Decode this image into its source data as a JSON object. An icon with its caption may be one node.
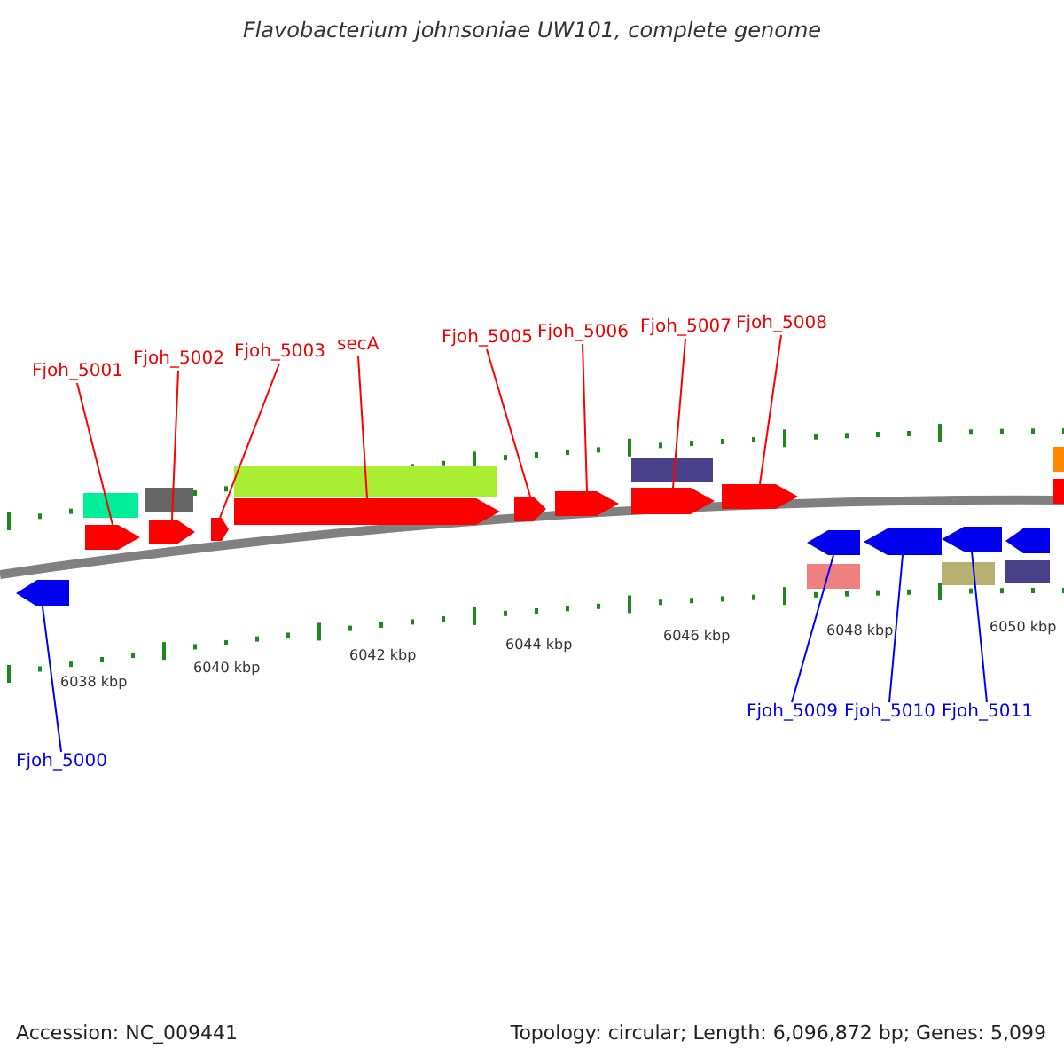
{
  "diagram": {
    "title": "Flavobacterium johnsoniae UW101, complete genome",
    "nodes": [
      {
        "text": [
          "Fjoh_5001"
        ]
      },
      {
        "text": [
          "Fjoh_5002"
        ]
      },
      {
        "text": [
          "Fjoh_5003"
        ]
      },
      {
        "text": [
          "secA"
        ]
      },
      {
        "text": [
          "Fjoh_5005"
        ]
      },
      {
        "text": [
          "Fjoh_5006"
        ]
      },
      {
        "text": [
          "Fjoh_5007"
        ]
      },
      {
        "text": [
          "Fjoh_5008"
        ]
      },
      {
        "text": [],
        "shape": "arrow"
      },
      {
        "text": [],
        "shape": "arrow"
      },
      {
        "text": [],
        "shape": "arrow"
      },
      {
        "text": [],
        "shape": "arrow"
      },
      {
        "text": [],
        "shape": "arrow"
      },
      {
        "text": [],
        "shape": "arrow"
      },
      {
        "text": [],
        "shape": "arrow"
      },
      {
        "text": [],
        "shape": "arrow"
      },
      {
        "text": [],
        "shape": "arrow"
      },
      {
        "text": [],
        "shape": "arrow"
      },
      {
        "text": [],
        "shape": "arrow"
      },
      {
        "text": [],
        "shape": "arrow"
      },
      {
        "text": [
          "Fjoh_5009"
        ]
      },
      {
        "text": [
          "Fjoh_5010"
        ]
      },
      {
        "text": [
          "Fjoh_5011"
        ]
      },
      {
        "text": [
          "Fjoh_5000"
        ]
      },
      {
        "text": [],
        "shape": "box"
      },
      {
        "text": [],
        "shape": "box"
      },
      {
        "text": [],
        "shape": "box"
      },
      {
        "text": [],
        "shape": "box"
      },
      {
        "text": [],
        "shape": "box"
      },
      {
        "text": [],
        "shape": "box"
      },
      {
        "text": [],
        "shape": "arrow"
      },
      {
        "text": [],
        "shape": "box"
      },
      {
        "text": [],
        "shape": "box"
      },
      {
        "text": [],
        "shape": "box"
      }
    ],
    "edges": [
      {
        "from": 0,
        "to": 8,
        "arrow": "none"
      },
      {
        "from": 1,
        "to": 9,
        "arrow": "none"
      },
      {
        "from": 2,
        "to": 10,
        "arrow": "none"
      },
      {
        "from": 3,
        "to": 11,
        "arrow": "none"
      },
      {
        "from": 4,
        "to": 12,
        "arrow": "none"
      },
      {
        "from": 5,
        "to": 13,
        "arrow": "none"
      },
      {
        "from": 6,
        "to": 14,
        "arrow": "none"
      },
      {
        "from": 7,
        "to": 15,
        "arrow": "none"
      },
      {
        "from": 20,
        "to": 17,
        "arrow": "none",
        "color": "#0000ff"
      },
      {
        "from": 21,
        "to": 18,
        "arrow": "none",
        "color": "#0000ff"
      },
      {
        "from": 22,
        "to": 19,
        "arrow": "none",
        "color": "#0000ff"
      },
      {
        "from": 23,
        "to": 16,
        "arrow": "none",
        "color": "#0000ff"
      }
    ],
    "labels": [
      "6038 kbp",
      "6040 kbp",
      "6042 kbp",
      "6044 kbp",
      "6046 kbp",
      "6048 kbp",
      "6050 kbp",
      "Accession: NC_009441",
      "Topology: circular; Length: 6,096,872 bp; Genes: 5,099"
    ]
  }
}
